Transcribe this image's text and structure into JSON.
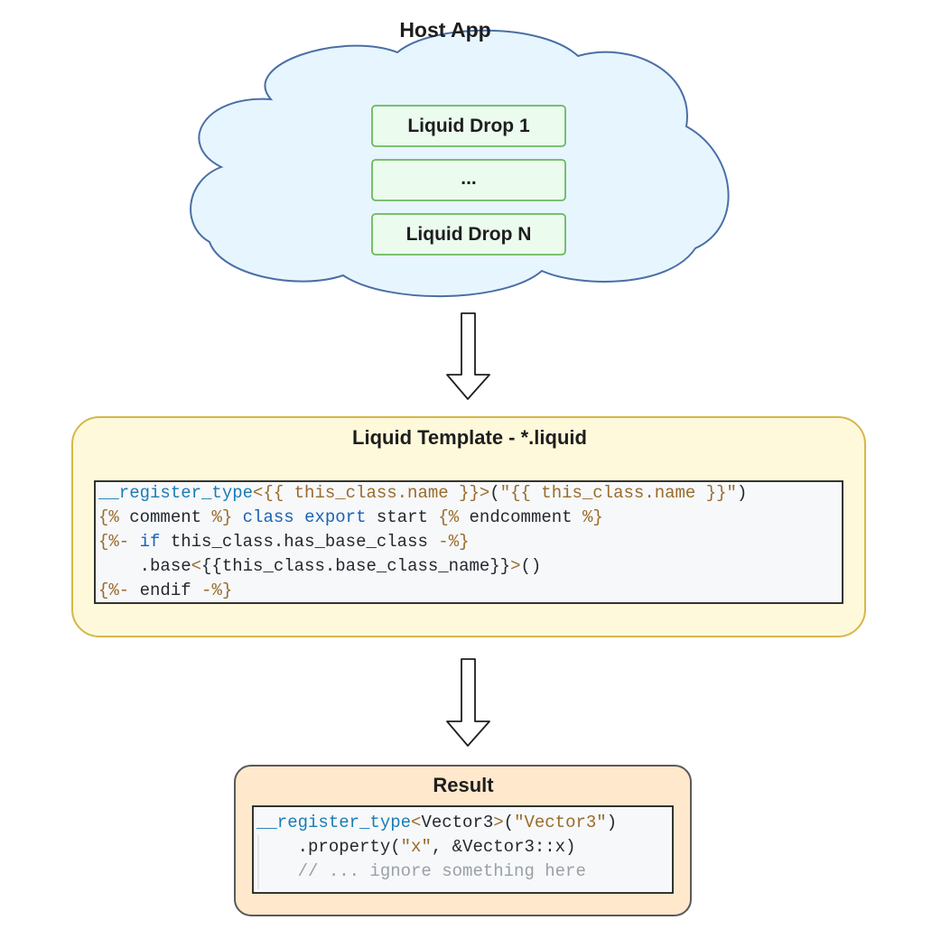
{
  "host_app": {
    "title": "Host App",
    "drops": [
      "Liquid Drop 1",
      "...",
      "Liquid Drop N"
    ]
  },
  "template": {
    "title": "Liquid Template - *.liquid",
    "code_lines": [
      [
        {
          "t": "fn",
          "v": "__register_type"
        },
        {
          "t": "str",
          "v": "<{{ this_class.name }}>"
        },
        {
          "t": "plain",
          "v": "("
        },
        {
          "t": "str",
          "v": "\"{{ this_class.name }}\""
        },
        {
          "t": "plain",
          "v": ")"
        }
      ],
      [
        {
          "t": "delim",
          "v": "{%"
        },
        {
          "t": "plain",
          "v": " comment "
        },
        {
          "t": "delim",
          "v": "%}"
        },
        {
          "t": "plain",
          "v": " "
        },
        {
          "t": "kw",
          "v": "class export"
        },
        {
          "t": "plain",
          "v": " start "
        },
        {
          "t": "delim",
          "v": "{%"
        },
        {
          "t": "plain",
          "v": " endcomment "
        },
        {
          "t": "delim",
          "v": "%}"
        }
      ],
      [
        {
          "t": "delim",
          "v": "{%-"
        },
        {
          "t": "plain",
          "v": " "
        },
        {
          "t": "kw",
          "v": "if"
        },
        {
          "t": "plain",
          "v": " this_class.has_base_class "
        },
        {
          "t": "delim",
          "v": "-%}"
        }
      ],
      [
        {
          "t": "plain",
          "v": "    .base"
        },
        {
          "t": "str",
          "v": "<"
        },
        {
          "t": "plain",
          "v": "{{this_class.base_class_name}}"
        },
        {
          "t": "str",
          "v": ">"
        },
        {
          "t": "plain",
          "v": "()"
        }
      ],
      [
        {
          "t": "delim",
          "v": "{%-"
        },
        {
          "t": "plain",
          "v": " endif "
        },
        {
          "t": "delim",
          "v": "-%}"
        }
      ]
    ]
  },
  "result": {
    "title": "Result",
    "code_lines": [
      [
        {
          "t": "fn",
          "v": "__register_type"
        },
        {
          "t": "str",
          "v": "<"
        },
        {
          "t": "plain",
          "v": "Vector3"
        },
        {
          "t": "str",
          "v": ">"
        },
        {
          "t": "plain",
          "v": "("
        },
        {
          "t": "str",
          "v": "\"Vector3\""
        },
        {
          "t": "plain",
          "v": ")"
        }
      ],
      [
        {
          "t": "plain",
          "v": "    .property("
        },
        {
          "t": "str",
          "v": "\"x\""
        },
        {
          "t": "plain",
          "v": ", &Vector3::x)"
        }
      ],
      [
        {
          "t": "comment",
          "v": "    // ... ignore something here"
        }
      ]
    ]
  },
  "colors": {
    "cloud_fill": "#e7f5ff",
    "cloud_stroke": "#4a6fa5",
    "drop_fill": "#ebfbee",
    "drop_stroke": "#6bb85c",
    "template_fill": "#fff9db",
    "template_stroke": "#d6b64a",
    "result_fill": "#ffe8cc",
    "result_stroke": "#5a5a5a",
    "code_fill": "#f6f8fa",
    "code_stroke": "#1e1e1e"
  }
}
